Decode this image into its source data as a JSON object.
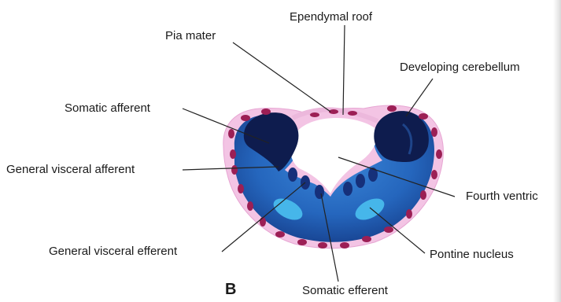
{
  "labels": {
    "ependymal_roof": "Ependymal roof",
    "pia_mater": "Pia mater",
    "developing_cerebellum": "Developing cerebellum",
    "somatic_afferent": "Somatic afferent",
    "general_visceral_afferent": "General visceral afferent",
    "fourth_ventricle": "Fourth ventric",
    "general_visceral_efferent": "General visceral efferent",
    "pontine_nucleus": "Pontine nucleus",
    "somatic_efferent": "Somatic efferent"
  },
  "panel_letter": "B",
  "colors": {
    "pia": "#f3c4e4",
    "pia_dots": "#9c1f55",
    "tissue_blue": "#1f5fb5",
    "tissue_dark": "#0e1c4e",
    "pontine": "#46b6ea",
    "ventricle": "#ffffff"
  }
}
